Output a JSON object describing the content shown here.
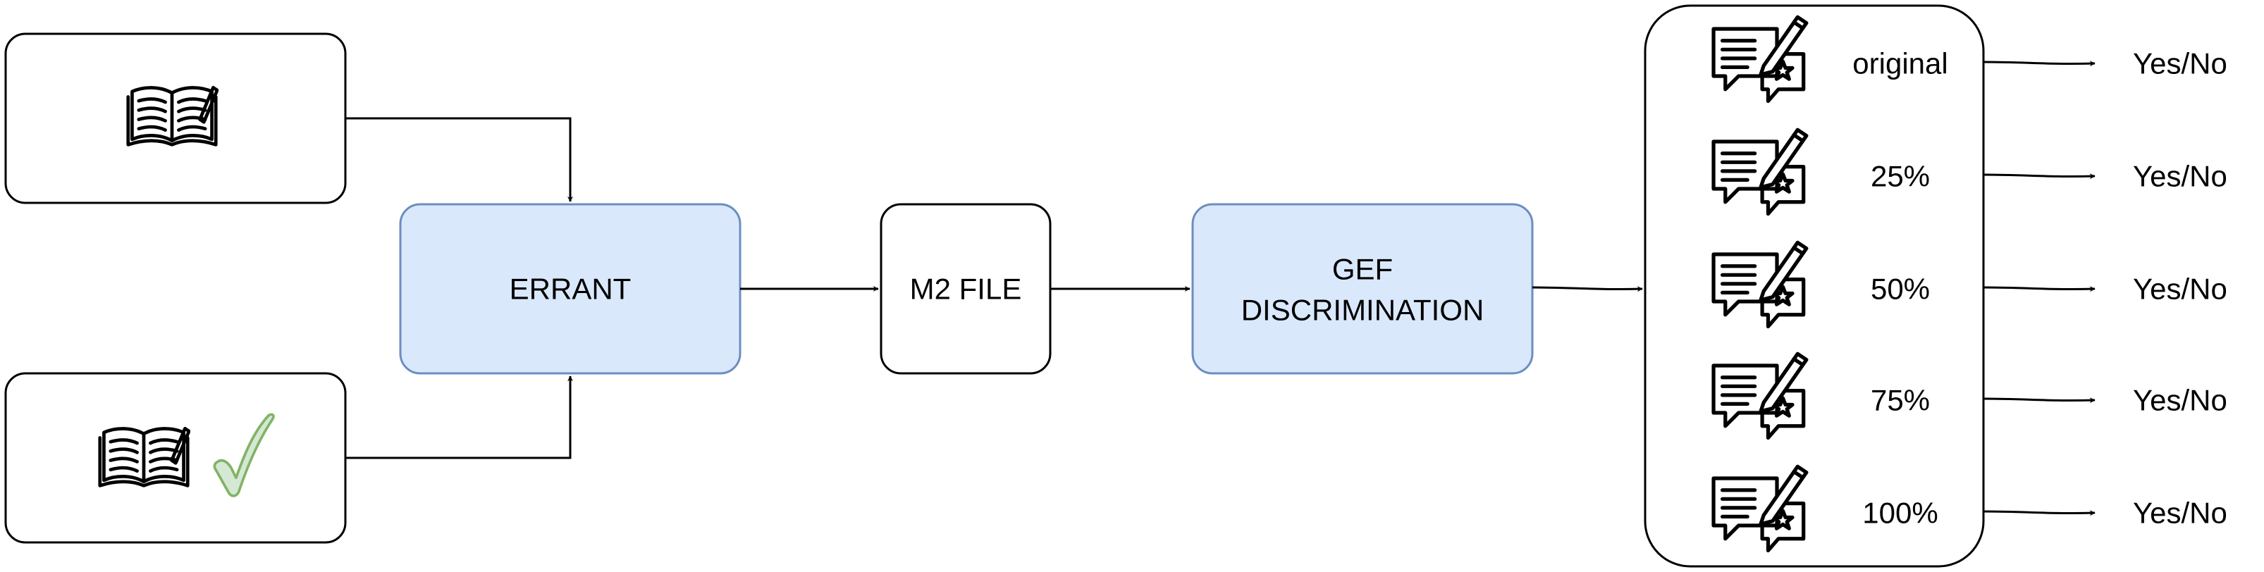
{
  "colors": {
    "stroke": "#000000",
    "highlight_fill": "#dae8fc",
    "highlight_stroke": "#6c8ebf",
    "check_fill": "#d5e8d4",
    "check_stroke": "#82b366"
  },
  "icons": {
    "source_text": "book-icon",
    "corrected_text": "book-icon",
    "check": "checkmark-icon",
    "variant": "review-document-icon"
  },
  "nodes": {
    "errant": "ERRANT",
    "m2_file": "M2 FILE",
    "gef": [
      "GEF",
      "DISCRIMINATION"
    ]
  },
  "variants": [
    {
      "label": "original",
      "result": "Yes/No"
    },
    {
      "label": "25%",
      "result": "Yes/No"
    },
    {
      "label": "50%",
      "result": "Yes/No"
    },
    {
      "label": "75%",
      "result": "Yes/No"
    },
    {
      "label": "100%",
      "result": "Yes/No"
    }
  ]
}
